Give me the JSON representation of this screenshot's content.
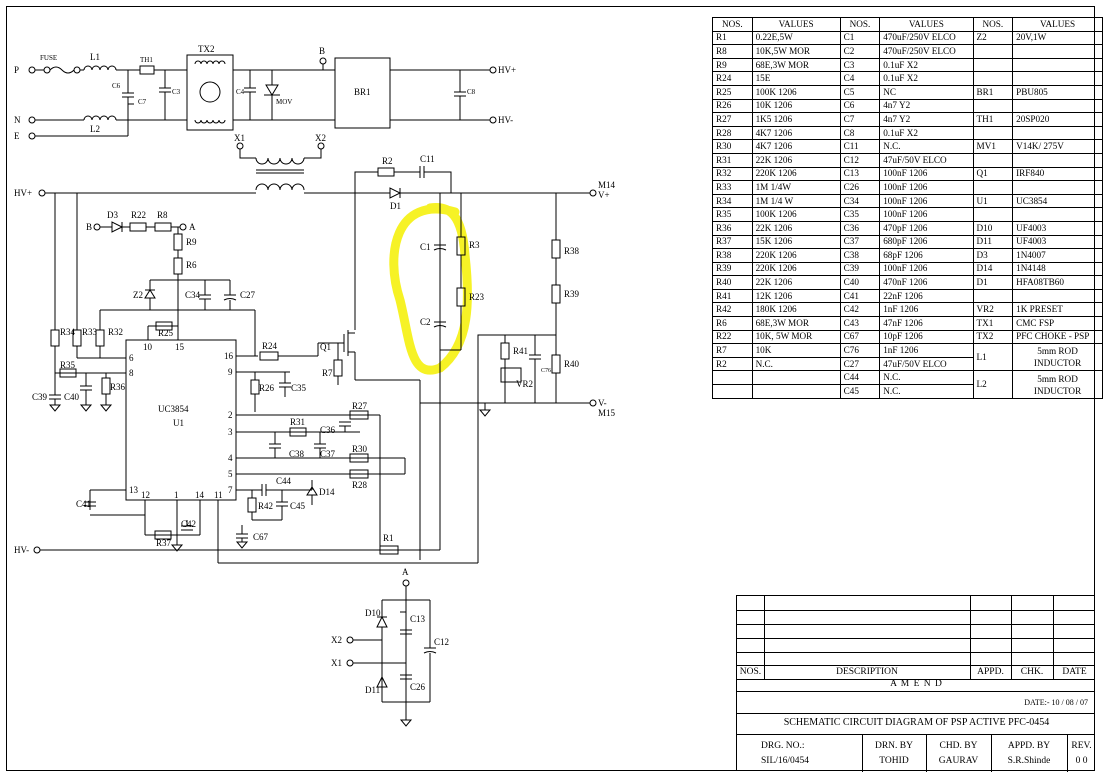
{
  "schematic": {
    "inputs": {
      "p": "P",
      "n": "N",
      "e": "E",
      "fuse": "FUSE",
      "hv_plus_in": "HV+",
      "hv_minus_in": "HV-"
    },
    "outputs": {
      "hv_plus": "HV+",
      "hv_minus": "HV-",
      "v_plus": "V+",
      "m14": "M14",
      "v_minus": "V-",
      "m15": "M15"
    },
    "nodes": {
      "b1": "B",
      "b2": "B",
      "a1": "A",
      "a2": "A",
      "x1": "X1",
      "x2": "X2",
      "x1b": "X1",
      "x2b": "X2"
    },
    "parts": {
      "l1": "L1",
      "l2": "L2",
      "th1": "TH1",
      "tx2": "TX2",
      "c6": "C6",
      "c7": "C7",
      "c3": "C3",
      "c4": "C4",
      "mov": "MOV",
      "br1": "BR1",
      "c8": "C8",
      "r2": "R2",
      "c11": "C11",
      "d1": "D1",
      "c1": "C1",
      "r3": "R3",
      "c2": "C2",
      "r23": "R23",
      "r38": "R38",
      "r39": "R39",
      "r40": "R40",
      "r41": "R41",
      "vr2": "VR2",
      "c76": "C76",
      "d3": "D3",
      "r22": "R22",
      "r8": "R8",
      "r9": "R9",
      "r6": "R6",
      "z2": "Z2",
      "c34": "C34",
      "c27": "C27",
      "r34": "R34",
      "r33": "R33",
      "r32": "R32",
      "r25": "R25",
      "r35": "R35",
      "c39": "C39",
      "c40": "C40",
      "r36": "R36",
      "r24": "R24",
      "q1": "Q1",
      "r7": "R7",
      "r26": "R26",
      "c35": "C35",
      "r27": "R27",
      "r31": "R31",
      "c36": "C36",
      "c38": "C38",
      "c37": "C37",
      "r30": "R30",
      "r28": "R28",
      "c44": "C44",
      "d14": "D14",
      "r42": "R42",
      "c45": "C45",
      "c41": "C41",
      "c42": "C42",
      "r37": "R37",
      "c67": "C67",
      "r1": "R1",
      "d10": "D10",
      "d11": "D11",
      "c13": "C13",
      "c12": "C12",
      "c26": "C26"
    },
    "ic": {
      "name": "UC3854",
      "ref": "U1",
      "pins": {
        "p10": "10",
        "p15": "15",
        "p6": "6",
        "p8": "8",
        "p16": "16",
        "p9": "9",
        "p2": "2",
        "p3": "3",
        "p4": "4",
        "p5": "5",
        "p7": "7",
        "p13": "13",
        "p12": "12",
        "p1": "1",
        "p14": "14",
        "p11": "11"
      }
    },
    "highlight_color": "#f5f000"
  },
  "bom": {
    "headers": [
      "NOS.",
      "VALUES",
      "NOS.",
      "VALUES",
      "NOS.",
      "VALUES"
    ],
    "rows": [
      [
        "R1",
        "0.22E,5W",
        "C1",
        "470uF/250V ELCO",
        "Z2",
        "20V,1W"
      ],
      [
        "R8",
        "10K,5W MOR",
        "C2",
        "470uF/250V ELCO",
        "",
        ""
      ],
      [
        "R9",
        "68E,3W MOR",
        "C3",
        "0.1uF X2",
        "",
        ""
      ],
      [
        "R24",
        "15E",
        "C4",
        "0.1uF X2",
        "",
        ""
      ],
      [
        "R25",
        "100K 1206",
        "C5",
        "NC",
        "BR1",
        "PBU805"
      ],
      [
        "R26",
        "10K 1206",
        "C6",
        "4n7  Y2",
        "",
        ""
      ],
      [
        "R27",
        "1K5 1206",
        "C7",
        "4n7  Y2",
        "TH1",
        "20SP020"
      ],
      [
        "R28",
        "4K7 1206",
        "C8",
        "0.1uF  X2",
        "",
        ""
      ],
      [
        "R30",
        "4K7 1206",
        "C11",
        "N.C.",
        "MV1",
        "V14K/ 275V"
      ],
      [
        "R31",
        "22K 1206",
        "C12",
        "47uF/50V ELCO",
        "",
        ""
      ],
      [
        "R32",
        "220K 1206",
        "C13",
        "100nF 1206",
        "Q1",
        "IRF840"
      ],
      [
        "R33",
        "1M 1/4W",
        "C26",
        "100nF 1206",
        "",
        ""
      ],
      [
        "R34",
        "1M 1/4 W",
        "C34",
        "100nF 1206",
        "U1",
        "UC3854"
      ],
      [
        "R35",
        "100K 1206",
        "C35",
        "100nF 1206",
        "",
        ""
      ],
      [
        "R36",
        "22K 1206",
        "C36",
        "470pF 1206",
        "D10",
        "UF4003"
      ],
      [
        "R37",
        "15K 1206",
        "C37",
        "680pF 1206",
        "D11",
        "UF4003"
      ],
      [
        "R38",
        "220K 1206",
        "C38",
        "68pF 1206",
        "D3",
        "1N4007"
      ],
      [
        "R39",
        "220K 1206",
        "C39",
        "100nF 1206",
        "D14",
        "1N4148"
      ],
      [
        "R40",
        "22K 1206",
        "C40",
        "470nF 1206",
        "D1",
        "HFA08TB60"
      ],
      [
        "R41",
        "12K 1206",
        "C41",
        "22nF 1206",
        "",
        ""
      ],
      [
        "R42",
        "180K 1206",
        "C42",
        "1nF 1206",
        "VR2",
        "1K  PRESET"
      ],
      [
        "R6",
        "68E,3W MOR",
        "C43",
        "47nF 1206",
        "TX1",
        "CMC FSP"
      ],
      [
        "R22",
        "10K, 5W MOR",
        "C67",
        "10pF 1206",
        "TX2",
        "PFC CHOKE - PSP"
      ]
    ],
    "l1_rows": [
      [
        "R7",
        "10K",
        "C76",
        "1nF 1206"
      ],
      [
        "R2",
        "N.C.",
        "C27",
        "47uF/50V ELCO"
      ]
    ],
    "l1_ref": "L1",
    "l1_val_1": "5mm ROD",
    "l1_val_2": "INDUCTOR",
    "l2_rows": [
      [
        "",
        "",
        "C44",
        "N.C."
      ],
      [
        "",
        "",
        "C45",
        "N.C."
      ]
    ],
    "l2_ref": "L2",
    "l2_val_1": "5mm ROD",
    "l2_val_2": "INDUCTOR"
  },
  "title_block": {
    "nos": "NOS.",
    "description": "DESCRIPTION",
    "appd": "APPD.",
    "chk": "CHK.",
    "date": "DATE",
    "amend": "A M E N D",
    "date_value": "DATE:- 10 / 08 / 07",
    "title": "SCHEMATIC CIRCUIT DIAGRAM OF PSP ACTIVE PFC-0454",
    "drg_no_label": "DRG. NO.:",
    "drg_no": "SIL/16/0454",
    "drn_by_label": "DRN. BY",
    "drn_by": "TOHID",
    "chd_by_label": "CHD. BY",
    "chd_by": "GAURAV",
    "appd_by_label": "APPD. BY",
    "appd_by": "S.R.Shinde",
    "rev_label": "REV.",
    "rev": "0 0"
  }
}
